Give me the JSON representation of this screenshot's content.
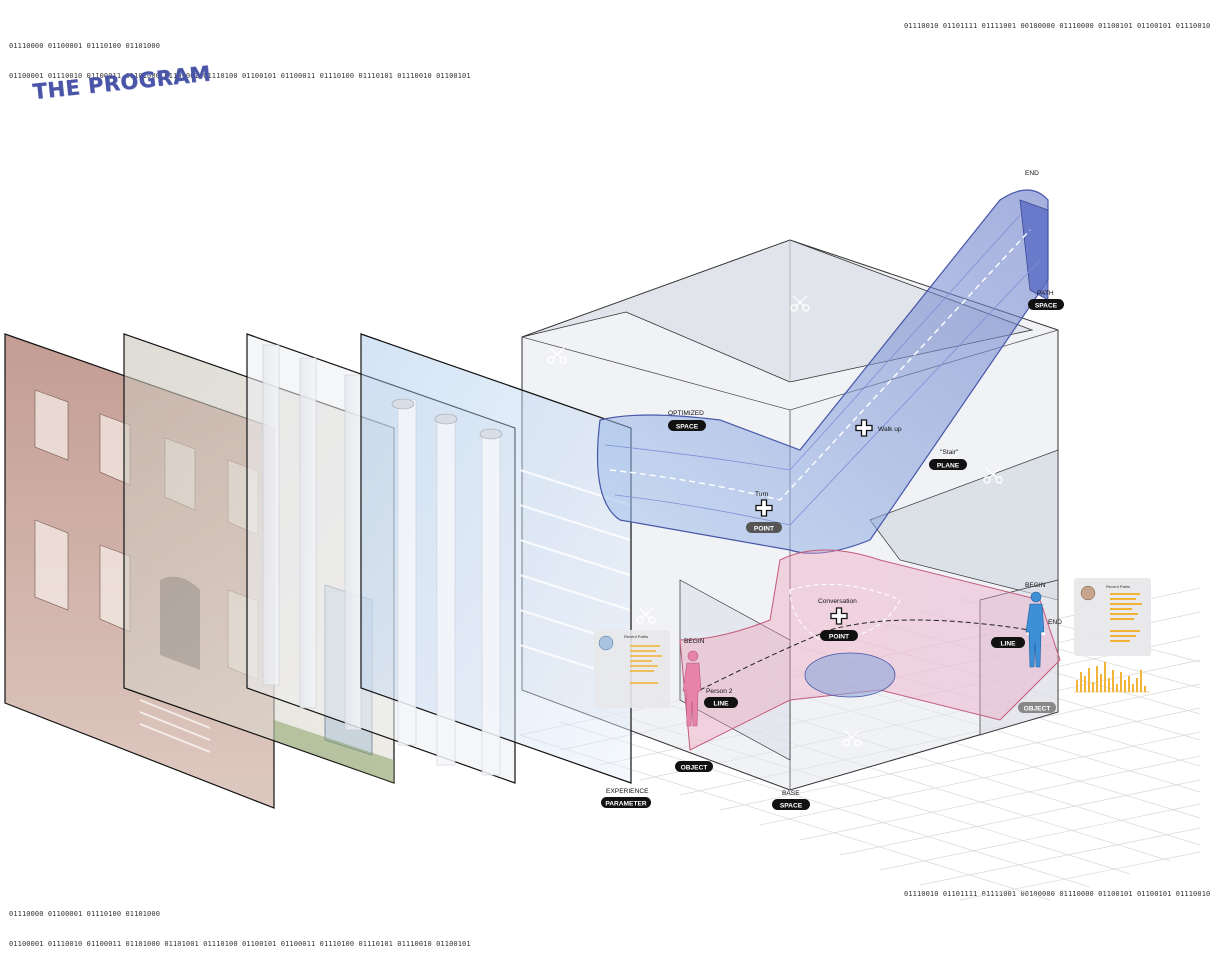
{
  "title": "THE PROGRAM",
  "binary": {
    "top_left_1": "01110000 01100001 01110100 01101000",
    "top_left_2": "01100001 01110010 01100011 01101000 01101001 01110100 01100101 01100011 01110100 01110101 01110010 01100101",
    "top_right": "01110010 01101111 01111001 00100000 01110000 01100101 01100101 01110010",
    "bottom_left_1": "01110000 01100001 01110100 01101000",
    "bottom_left_2": "01100001 01110010 01100011 01101000 01101001 01110100 01100101 01100011 01110100 01110101 01110010 01100101",
    "bottom_right": "01110010 01101111 01111001 00100000 01110000 01100101 01100101 01110010"
  },
  "labels": {
    "end_top": "END",
    "path": "PATH",
    "path_tag": "SPACE",
    "optimized": "OPTIMIZED",
    "optimized_tag": "SPACE",
    "walk_up": "Walk up",
    "stair": "\"Stair\"",
    "stair_tag": "PLANE",
    "turn": "Turn",
    "turn_tag": "POINT",
    "conversation": "Conversation",
    "conversation_tag": "POINT",
    "begin_right": "BEGIN",
    "end_right": "END",
    "line_right_tag": "LINE",
    "object_right_tag": "OBJECT",
    "begin_left": "BEGIN",
    "person2": "Person 2",
    "line_left_tag": "LINE",
    "object_left_tag": "OBJECT",
    "experience": "EXPERIENCE",
    "experience_tag": "PARAMETER",
    "base": "BASE",
    "base_tag": "SPACE"
  },
  "cards": {
    "right_title": "Recent Paths",
    "left_title": "Recent Paths"
  },
  "colors": {
    "title": "#4a55a8",
    "blue_path": "#6f86d6",
    "pink_path": "#e6708f",
    "figure_blue": "#3d8fd6",
    "figure_pink": "#e783a8",
    "pill": "#111111",
    "chart_bar": "#f0b43a"
  },
  "icons": [
    "scissors-icon",
    "plus-icon",
    "person-icon",
    "avatar-icon"
  ]
}
